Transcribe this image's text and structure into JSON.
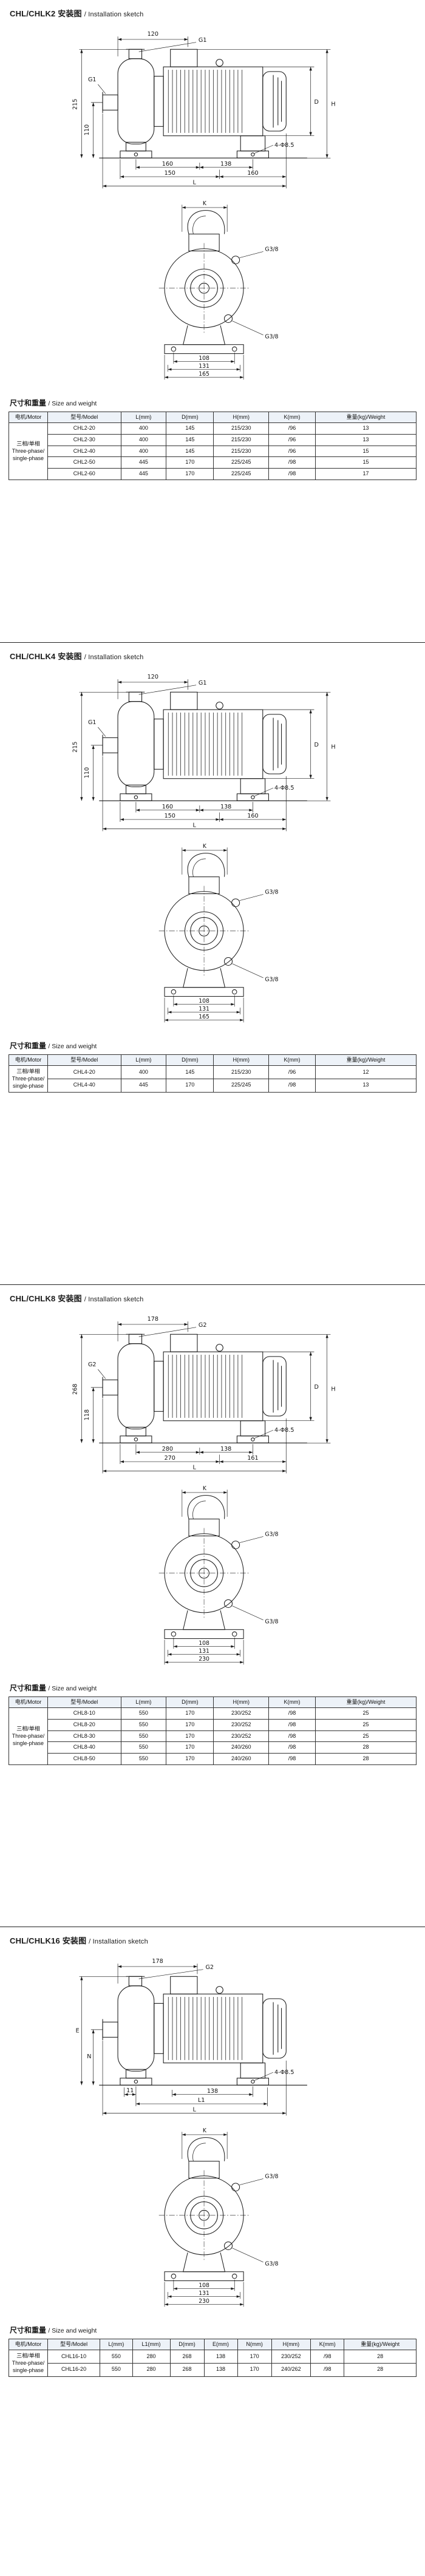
{
  "page": {
    "background": "#ffffff",
    "ink": "#1a1a1a",
    "table_header_bg": "#edf2f8"
  },
  "sections": [
    {
      "title_model": "CHL/CHLK2",
      "title_zh": "安装图",
      "title_en": "/ Installation sketch",
      "side": {
        "top_width": "120",
        "top_port": "G1",
        "left_port": "G1",
        "h_total": "215",
        "h_inlet": "110",
        "d_label": "D",
        "h_label": "H",
        "b1a": "160",
        "b1b": "138",
        "b2a": "150",
        "b2b": "160",
        "b3": "L",
        "holes": "4-Φ8.5"
      },
      "front": {
        "k_label": "K",
        "port_top": "G3/8",
        "port_bottom": "G3/8",
        "w1": "108",
        "w2": "131",
        "w3": "165"
      },
      "table": {
        "subtitle_zh": "尺寸和重量",
        "subtitle_en": "/ Size and weight",
        "motor_header": "电机/Motor",
        "motor_zh": "三相/单相",
        "motor_en": "Three-phase/ single-phase",
        "headers": [
          "型号/Model",
          "L(mm)",
          "D(mm)",
          "H(mm)",
          "K(mm)",
          "重量(kg)/Weight"
        ],
        "rows": [
          [
            "CHL2-20",
            "400",
            "145",
            "215/230",
            "/96",
            "13"
          ],
          [
            "CHL2-30",
            "400",
            "145",
            "215/230",
            "/96",
            "13"
          ],
          [
            "CHL2-40",
            "400",
            "145",
            "215/230",
            "/96",
            "15"
          ],
          [
            "CHL2-50",
            "445",
            "170",
            "225/245",
            "/98",
            "15"
          ],
          [
            "CHL2-60",
            "445",
            "170",
            "225/245",
            "/98",
            "17"
          ]
        ]
      }
    },
    {
      "title_model": "CHL/CHLK4",
      "title_zh": "安装图",
      "title_en": "/ Installation sketch",
      "side": {
        "top_width": "120",
        "top_port": "G1",
        "left_port": "G1",
        "h_total": "215",
        "h_inlet": "110",
        "d_label": "D",
        "h_label": "H",
        "b1a": "160",
        "b1b": "138",
        "b2a": "150",
        "b2b": "160",
        "b3": "L",
        "holes": "4-Φ8.5"
      },
      "front": {
        "k_label": "K",
        "port_top": "G3/8",
        "port_bottom": "G3/8",
        "w1": "108",
        "w2": "131",
        "w3": "165"
      },
      "table": {
        "subtitle_zh": "尺寸和重量",
        "subtitle_en": "/ Size and weight",
        "motor_header": "电机/Motor",
        "motor_zh": "三相/单相",
        "motor_en": "Three-phase/ single-phase",
        "headers": [
          "型号/Model",
          "L(mm)",
          "D(mm)",
          "H(mm)",
          "K(mm)",
          "重量(kg)/Weight"
        ],
        "rows": [
          [
            "CHL4-20",
            "400",
            "145",
            "215/230",
            "/96",
            "12"
          ],
          [
            "CHL4-40",
            "445",
            "170",
            "225/245",
            "/98",
            "13"
          ]
        ]
      }
    },
    {
      "title_model": "CHL/CHLK8",
      "title_zh": "安装图",
      "title_en": "/ Installation sketch",
      "side": {
        "top_width": "178",
        "top_port": "G2",
        "left_port": "G2",
        "h_total": "268",
        "h_inlet": "118",
        "d_label": "D",
        "h_label": "H",
        "b1a": "280",
        "b1b": "138",
        "b2a": "270",
        "b2b": "161",
        "b3": "L",
        "holes": "4-Φ8.5"
      },
      "front": {
        "k_label": "K",
        "port_top": "G3/8",
        "port_bottom": "G3/8",
        "w1": "108",
        "w2": "131",
        "w3": "230"
      },
      "table": {
        "subtitle_zh": "尺寸和重量",
        "subtitle_en": "/ Size and weight",
        "motor_header": "电机/Motor",
        "motor_zh": "三相/单相",
        "motor_en": "Three-phase/ single-phase",
        "headers": [
          "型号/Model",
          "L(mm)",
          "D(mm)",
          "H(mm)",
          "K(mm)",
          "重量(kg)/Weight"
        ],
        "rows": [
          [
            "CHL8-10",
            "550",
            "170",
            "230/252",
            "/98",
            "25"
          ],
          [
            "CHL8-20",
            "550",
            "170",
            "230/252",
            "/98",
            "25"
          ],
          [
            "CHL8-30",
            "550",
            "170",
            "230/252",
            "/98",
            "25"
          ],
          [
            "CHL8-40",
            "550",
            "170",
            "240/260",
            "/98",
            "28"
          ],
          [
            "CHL8-50",
            "550",
            "170",
            "240/260",
            "/98",
            "28"
          ]
        ]
      }
    },
    {
      "title_model": "CHL/CHLK16",
      "title_zh": "安装图",
      "title_en": "/ Installation sketch",
      "side": {
        "top_width": "178",
        "top_port": "G2",
        "e_label": "E",
        "n_label": "N",
        "b1a": "11",
        "b1b": "138",
        "b2": "L1",
        "b3": "L",
        "holes": "4-Φ8.5"
      },
      "front": {
        "k_label": "K",
        "port_top": "G3/8",
        "port_bottom": "G3/8",
        "w1": "108",
        "w2": "131",
        "w3": "230"
      },
      "table": {
        "subtitle_zh": "尺寸和重量",
        "subtitle_en": "/ Size and weight",
        "motor_header": "电机/Motor",
        "motor_zh": "三相/单相",
        "motor_en": "Three-phase/ single-phase",
        "headers": [
          "型号/Model",
          "L(mm)",
          "L1(mm)",
          "D(mm)",
          "E(mm)",
          "N(mm)",
          "H(mm)",
          "K(mm)",
          "重量(kg)/Weight"
        ],
        "rows": [
          [
            "CHL16-10",
            "550",
            "280",
            "268",
            "138",
            "170",
            "230/252",
            "/98",
            "28"
          ],
          [
            "CHL16-20",
            "550",
            "280",
            "268",
            "138",
            "170",
            "240/262",
            "/98",
            "28"
          ]
        ]
      }
    }
  ]
}
